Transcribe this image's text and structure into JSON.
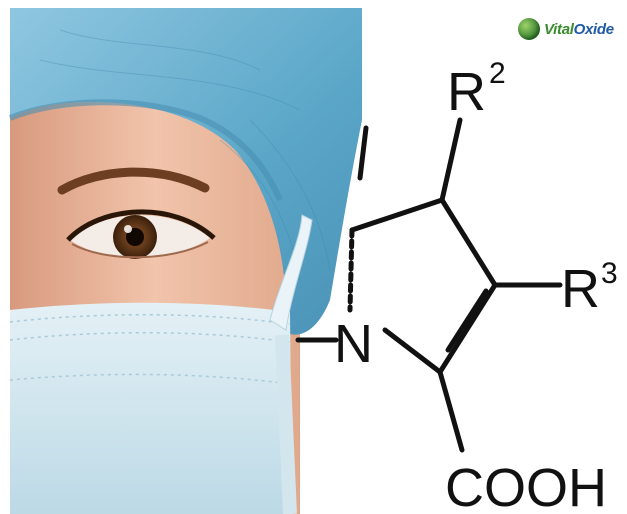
{
  "logo": {
    "part1": "Vital",
    "part2": "Oxide",
    "color_primary": "#3a8d2c",
    "color_secondary": "#1f5aa6"
  },
  "molecule": {
    "r2": "R",
    "r2_sup": "2",
    "r3": "R",
    "r3_sup": "3",
    "n": "N",
    "cooh": "COOH"
  },
  "colors": {
    "cap": "#6fb6d6",
    "mask": "#cfe6f0",
    "skin": "#e7b49a",
    "ink": "#111111"
  }
}
